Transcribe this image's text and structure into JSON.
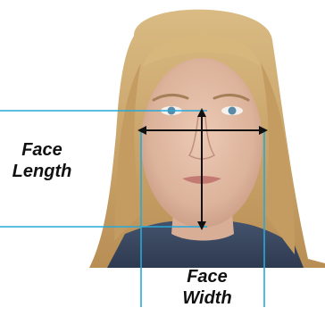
{
  "diagram": {
    "labels": {
      "face_length": [
        "Face",
        "Length"
      ],
      "face_width": [
        "Face",
        "Width"
      ]
    },
    "colors": {
      "guide_line": "#29a8d8",
      "arrow": "#111111",
      "text": "#111111",
      "background": "#ffffff"
    },
    "photo": {
      "subject": "portrait-of-blonde-woman",
      "hair_color": "#c9a66b",
      "skin_color": "#e2bca6",
      "top_color": "#3b4a63"
    }
  }
}
